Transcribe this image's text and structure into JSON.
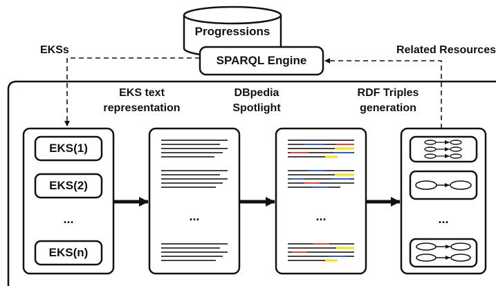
{
  "db": {
    "label": "Progressions"
  },
  "engine": {
    "label": "SPARQL Engine"
  },
  "arrows": {
    "left_label": "EKSs",
    "right_label": "Related Resources"
  },
  "stages": [
    {
      "label": "EKS text representation",
      "line1": "EKS text",
      "line2": "representation"
    },
    {
      "label": "DBpedia Spotlight",
      "line1": "DBpedia",
      "line2": "Spotlight"
    },
    {
      "label": "RDF Triples generation",
      "line1": "RDF Triples",
      "line2": "generation"
    }
  ],
  "eks_items": [
    "EKS(1)",
    "EKS(2)",
    "...",
    "EKS(n)"
  ],
  "ellipsis": "...",
  "colors": {
    "stroke": "#111111",
    "line": "#444444",
    "red": "#e8442a",
    "blue": "#2f5fd6",
    "yellow": "#f2e21c"
  }
}
